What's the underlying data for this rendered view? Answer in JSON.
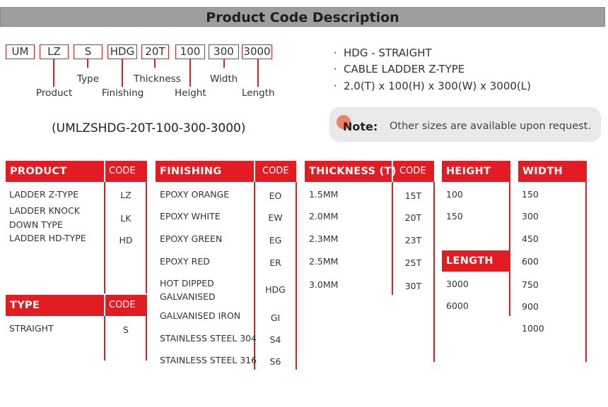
{
  "title": "Product Code Description",
  "code_segments": [
    "UM",
    "LZ",
    "S",
    "HDG",
    "20T",
    "100",
    "300",
    "3000"
  ],
  "code_labels": {
    "product": "Product",
    "type": "Type",
    "finishing": "Finishing",
    "thickness": "Thickness",
    "height": "Height",
    "width": "Width",
    "length": "Length"
  },
  "full_code": "(UMLZSHDG-20T-100-300-3000)",
  "bullets": [
    "HDG - STRAIGHT",
    "CABLE LADDER Z-TYPE",
    "2.0(T) x 100(H) x 300(W) x 3000(L)"
  ],
  "note": {
    "label": "Note:",
    "text": "Other sizes are available upon request."
  },
  "tables": {
    "product": {
      "header": "PRODUCT",
      "code_header": "CODE",
      "rows": [
        {
          "name_lines": [
            "LADDER Z-TYPE"
          ],
          "code": "LZ"
        },
        {
          "name_lines": [
            "LADDER KNOCK",
            "DOWN TYPE"
          ],
          "code": "LK"
        },
        {
          "name_lines": [
            "LADDER HD-TYPE"
          ],
          "code": "HD"
        }
      ]
    },
    "type": {
      "header": "TYPE",
      "code_header": "CODE",
      "rows": [
        {
          "name": "STRAIGHT",
          "code": "S"
        }
      ]
    },
    "finishing": {
      "header": "FINISHING",
      "code_header": "CODE",
      "rows": [
        {
          "name_lines": [
            "EPOXY ORANGE"
          ],
          "code": "EO"
        },
        {
          "name_lines": [
            "EPOXY WHITE"
          ],
          "code": "EW"
        },
        {
          "name_lines": [
            "EPOXY GREEN"
          ],
          "code": "EG"
        },
        {
          "name_lines": [
            "EPOXY RED"
          ],
          "code": "ER"
        },
        {
          "name_lines": [
            "HOT DIPPED",
            "GALVANISED"
          ],
          "code": "HDG"
        },
        {
          "name_lines": [
            "GALVANISED IRON"
          ],
          "code": "GI"
        },
        {
          "name_lines": [
            "STAINLESS STEEL 304"
          ],
          "code": "S4"
        },
        {
          "name_lines": [
            "STAINLESS STEEL 316"
          ],
          "code": "S6"
        }
      ]
    },
    "thickness": {
      "header": "THICKNESS (T)",
      "code_header": "CODE",
      "rows": [
        {
          "name": "1.5MM",
          "code": "15T"
        },
        {
          "name": "2.0MM",
          "code": "20T"
        },
        {
          "name": "2.3MM",
          "code": "23T"
        },
        {
          "name": "2.5MM",
          "code": "25T"
        },
        {
          "name": "3.0MM",
          "code": "30T"
        }
      ]
    },
    "height": {
      "header": "HEIGHT (H)",
      "values": [
        "100",
        "150"
      ]
    },
    "length": {
      "header": "LENGTH (L)",
      "values": [
        "3000",
        "6000"
      ]
    },
    "width": {
      "header": "WIDTH (W)",
      "values": [
        "150",
        "300",
        "450",
        "600",
        "750",
        "900",
        "1000"
      ]
    }
  },
  "colors": {
    "accent": "#e31b23",
    "title_bar": "#9e9e9e",
    "note_bg": "#e9e9e9",
    "note_dot": "#f08068"
  }
}
